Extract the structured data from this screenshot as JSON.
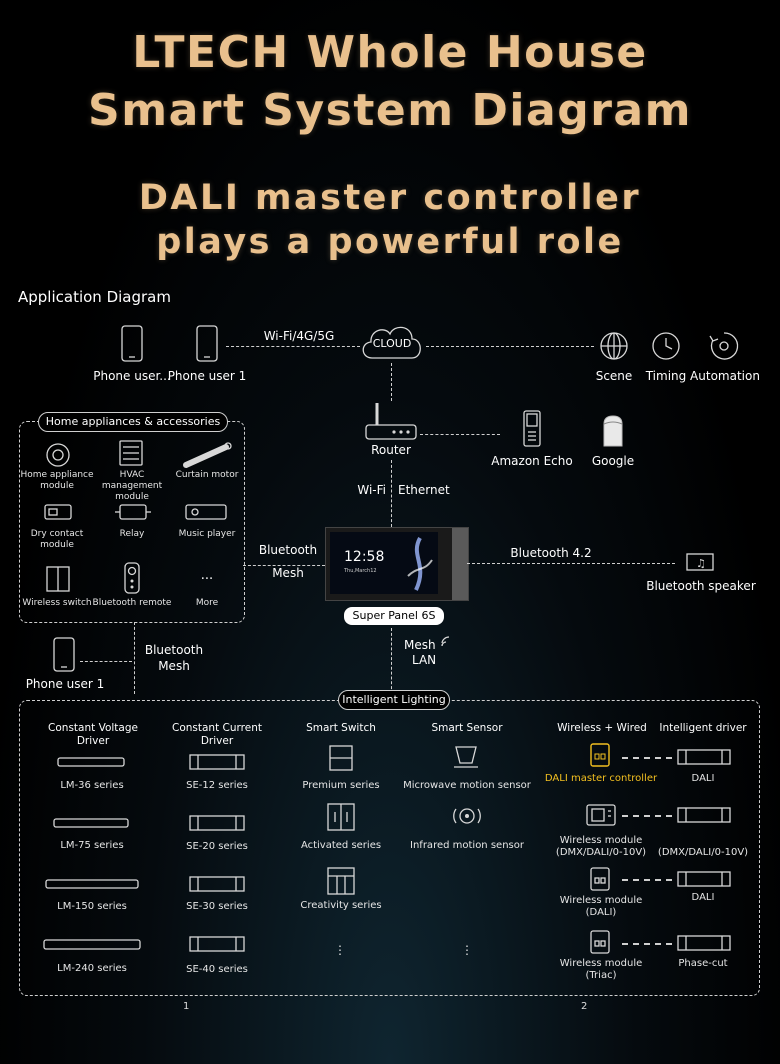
{
  "title_line1": "LTECH Whole House",
  "title_line2": "Smart System Diagram",
  "subtitle_line1": "DALI master controller",
  "subtitle_line2": "plays a powerful role",
  "section_label": "Application  Diagram",
  "cloud": {
    "label": "CLOUD",
    "link_label": "Wi-Fi/4G/5G",
    "phones": [
      "Phone user...",
      "Phone user 1"
    ],
    "features": [
      "Scene",
      "Timing",
      "Automation"
    ]
  },
  "router": {
    "label": "Router",
    "voice": [
      "Amazon Echo",
      "Google"
    ],
    "link_wifi": "Wi-Fi",
    "link_ethernet": "Ethernet"
  },
  "appliances": {
    "title": "Home appliances & accessories",
    "items": [
      [
        "Home appliance",
        "module"
      ],
      [
        "HVAC",
        "management module"
      ],
      [
        "Curtain motor"
      ],
      [
        "Dry contact",
        "module"
      ],
      [
        "Relay"
      ],
      [
        "Music player"
      ],
      [
        "Wireless switch"
      ],
      [
        "Bluetooth remote"
      ],
      [
        "More"
      ]
    ],
    "more_glyph": "...",
    "link_line1": "Bluetooth",
    "link_line2": "Mesh"
  },
  "panel": {
    "time": "12:58",
    "date": "Thu,March12",
    "label": "Super Panel 6S",
    "mesh_line1": "Mesh",
    "mesh_line2": "LAN"
  },
  "speaker": {
    "link": "Bluetooth 4.2",
    "label": "Bluetooth speaker"
  },
  "phone_bottom": {
    "label": "Phone user 1",
    "link_line1": "Bluetooth",
    "link_line2": "Mesh"
  },
  "lighting": {
    "title": "Intelligent Lighting",
    "headers": [
      [
        "Constant Voltage",
        "Driver"
      ],
      [
        "Constant Current",
        "Driver"
      ],
      [
        "Smart Switch"
      ],
      [
        "Smart Sensor"
      ],
      [
        "Wireless + Wired"
      ],
      [
        "Intelligent driver"
      ]
    ],
    "cv": [
      "LM-36 series",
      "LM-75 series",
      "LM-150 series",
      "LM-240 series"
    ],
    "cc": [
      "SE-12 series",
      "SE-20 series",
      "SE-30 series",
      "SE-40 series"
    ],
    "switch": [
      "Premium series",
      "Activated series",
      "Creativity series"
    ],
    "sensor": [
      "Microwave motion sensor",
      "Infrared motion sensor"
    ],
    "wireless": [
      [
        "DALI master controller"
      ],
      [
        "Wireless module",
        "(DMX/DALI/0-10V)"
      ],
      [
        "Wireless module",
        "(DALI)"
      ],
      [
        "Wireless module",
        "(Triac)"
      ]
    ],
    "drivers": [
      [
        "DALI"
      ],
      [
        "(DMX/DALI/0-10V)"
      ],
      [
        "DALI"
      ],
      [
        "Phase-cut"
      ]
    ],
    "ellipsis": "⋮",
    "page_numbers": [
      "1",
      "2"
    ]
  },
  "colors": {
    "title_gold": "#e9c08d",
    "highlight_yellow": "#f3c020"
  }
}
